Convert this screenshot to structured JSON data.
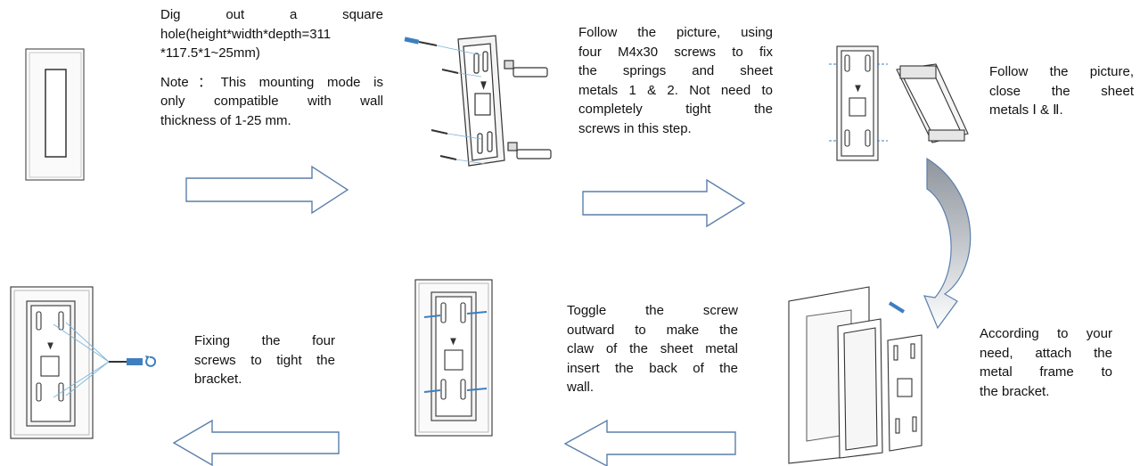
{
  "steps": {
    "step1": {
      "lines": [
        "Dig out a square",
        "hole(height*width*depth=311",
        "*117.5*1~25mm)"
      ],
      "note_lines": [
        "Note：This mounting mode is",
        "only compatible with wall",
        "thickness of 1-25 mm."
      ]
    },
    "step2": {
      "lines": [
        "Follow the picture, using",
        "four M4x30 screws to fix",
        "the springs and sheet",
        "metals 1 & 2. Not need to",
        "completely tight the",
        "screws in this step."
      ]
    },
    "step3": {
      "lines": [
        "Follow the picture,",
        "close the sheet",
        "metals Ⅰ & Ⅱ."
      ]
    },
    "step4": {
      "lines": [
        "According to your",
        "need, attach the",
        "metal frame to",
        "the bracket."
      ]
    },
    "step5": {
      "lines": [
        "Toggle the screw",
        "outward to make the",
        "claw of the sheet metal",
        "insert the back of the",
        "wall."
      ]
    },
    "step6": {
      "lines": [
        "Fixing the four",
        "screws to tight the",
        "bracket."
      ]
    }
  },
  "colors": {
    "arrow_outline": "#5a7faa",
    "curved_arrow_top": "#9aa0a8",
    "curved_arrow_bottom": "#ffffff",
    "screw_blue": "#3d7fc0",
    "line_art": "#333333",
    "leader_line": "#7fb6d8"
  },
  "icons": {
    "arrows": [
      "right-arrow-icon",
      "right-arrow-icon",
      "curved-down-arrow-icon",
      "left-arrow-icon",
      "left-arrow-icon"
    ]
  }
}
